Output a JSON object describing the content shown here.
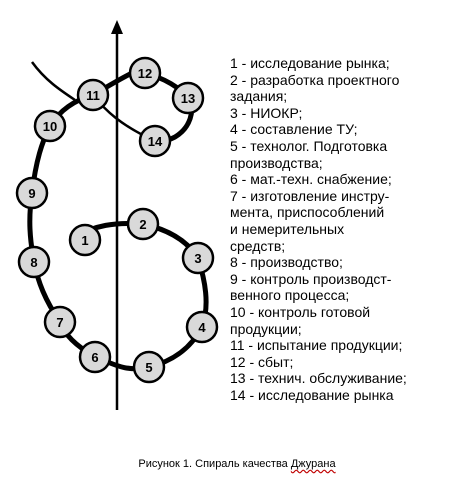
{
  "diagram": {
    "nodes": [
      {
        "label": "1"
      },
      {
        "label": "2"
      },
      {
        "label": "3"
      },
      {
        "label": "4"
      },
      {
        "label": "5"
      },
      {
        "label": "6"
      },
      {
        "label": "7"
      },
      {
        "label": "8"
      },
      {
        "label": "9"
      },
      {
        "label": "10"
      },
      {
        "label": "11"
      },
      {
        "label": "12"
      },
      {
        "label": "13"
      },
      {
        "label": "14"
      }
    ],
    "colors": {
      "stroke": "#000000",
      "node_fill": "#d9d9d9",
      "background": "#ffffff"
    }
  },
  "legend": {
    "items": [
      "1 - исследование рынка;",
      "2 - разработка проектного\nзадания;",
      "3 - НИОКР;",
      "4 - составление ТУ;",
      "5 - технолог. Подготовка\nпроизводства;",
      "6 - мат.-техн. снабжение;",
      "7 - изготовление инстру-\nмента, приспособлений\nи немерительных\nсредств;",
      "8 - производство;",
      "9 - контроль производст-\nвенного процесса;",
      "10 - контроль готовой\nпродукции;",
      "11 - испытание продукции;",
      "12 - сбыт;",
      "13 - технич. обслуживание;",
      "14 - исследование рынка"
    ]
  },
  "caption": {
    "prefix": "Рисунок 1. Спираль качества ",
    "name": "Джурана"
  }
}
